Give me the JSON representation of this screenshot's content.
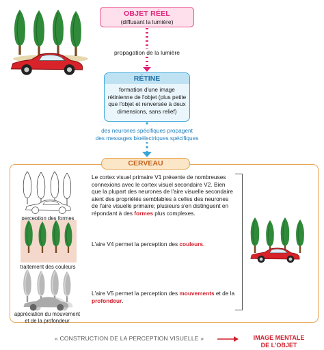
{
  "objet": {
    "title": "OBJET RÉEL",
    "subtitle": "(diffusant la lumière)"
  },
  "propagation_label": "propagation de la lumière",
  "retine": {
    "title": "RÉTINE",
    "body": "formation d'une image rétinienne de l'objet (plus petite que l'objet et renversée à deux dimensions, sans relief)"
  },
  "neurones_label_line1": "des neurones spécifiques propagent",
  "neurones_label_line2": "des messages bioélectriques spécifiques",
  "cerveau": {
    "title": "CERVEAU"
  },
  "rows": [
    {
      "caption": "perception des formes",
      "text_parts": [
        "Le cortex visuel primaire V1 présente de nombreuses connexions avec le cortex visuel secondaire V2. Bien que la plupart des neurones de l'aire visuelle secondaire aient des propriétés semblables à celles des neurones de l'aire visuelle primaire; plusieurs s'en distinguent en répondant à des ",
        "formes",
        " plus complexes."
      ]
    },
    {
      "caption": "traitement des couleurs",
      "text_parts": [
        "L'aire V4 permet la perception des ",
        "couleurs",
        "."
      ]
    },
    {
      "caption_line1": "appréciation du mouvement",
      "caption_line2": "et de la profondeur",
      "text_parts": [
        "L'aire V5 permet la perception des ",
        "mouvements",
        " et de la ",
        "profondeur",
        "."
      ]
    }
  ],
  "footer": {
    "construction": "« CONSTRUCTION DE LA PERCEPTION VISUELLE »",
    "image_mentale_line1": "IMAGE MENTALE",
    "image_mentale_line2": "DE L'OBJET"
  },
  "colors": {
    "objet_accent": "#e0237a",
    "retine_accent": "#3aa6d8",
    "cerveau_accent": "#e7a24c",
    "highlight_red": "#d11e2b",
    "tree_green": "#2f8a3a",
    "car_red": "#d8232a"
  }
}
